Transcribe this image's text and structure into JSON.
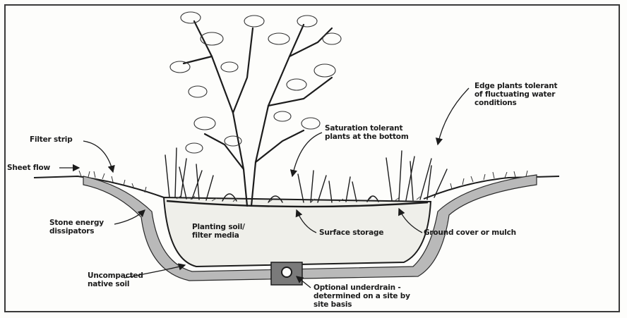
{
  "diagram": {
    "labels": {
      "filter_strip": "Filter strip",
      "sheet_flow": "Sheet flow",
      "stone_energy": "Stone energy\ndissipators",
      "uncompacted": "Uncompacted\nnative soil",
      "planting_soil": "Planting soil/\nfilter media",
      "surface_storage": "Surface storage",
      "saturation_tolerant": "Saturation tolerant\nplants at the bottom",
      "edge_plants": "Edge plants tolerant\nof fluctuating water\nconditions",
      "ground_cover": "Ground cover or mulch",
      "underdrain": "Optional underdrain -\ndetermined on a site by\nsite basis"
    },
    "colors": {
      "ink": "#1c1c1c",
      "paper": "#fdfdfb",
      "stone": "#6a6a6a"
    }
  }
}
